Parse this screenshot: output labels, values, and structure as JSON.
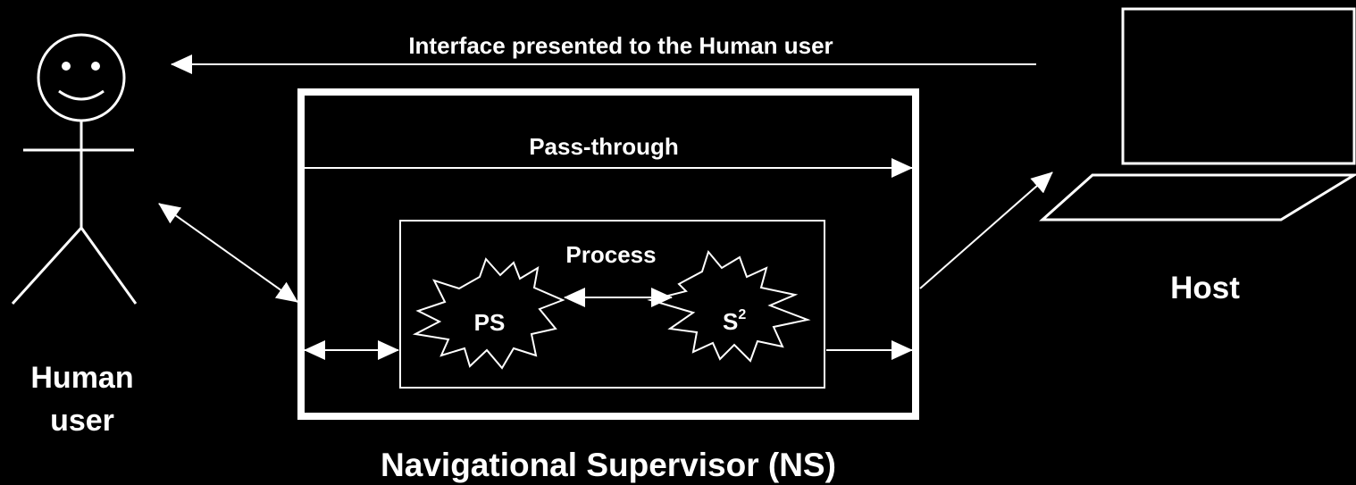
{
  "top_arrow_label": "Interface presented to the Human user",
  "pass_through_label": "Pass-through",
  "process_label": "Process",
  "ps_label": "PS",
  "s2_label": "S",
  "s2_superscript": "2",
  "host_label": "Host",
  "human_label_line1": "Human",
  "human_label_line2": "user",
  "ns_label": "Navigational Supervisor (NS)",
  "colors": {
    "background": "#000000",
    "foreground": "#ffffff"
  }
}
